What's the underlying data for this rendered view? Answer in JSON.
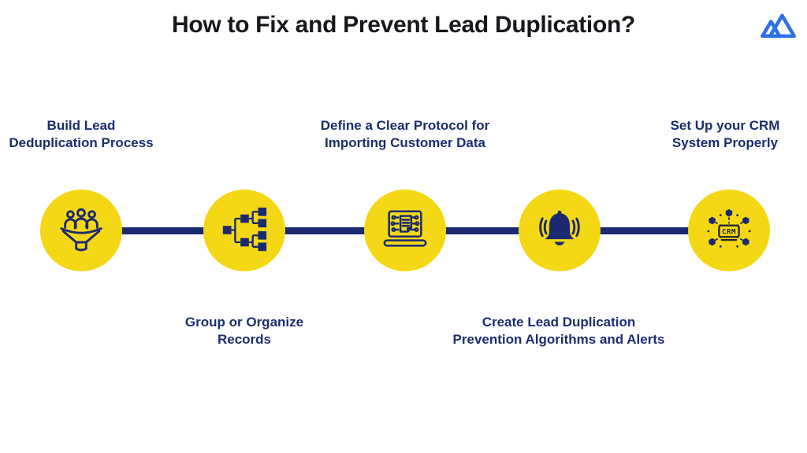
{
  "header": {
    "title": "How to Fix and Prevent Lead Duplication?",
    "logo_icon": "mountain-logo-icon"
  },
  "colors": {
    "background": "#ffffff",
    "title_text": "#17181d",
    "label_text": "#1b2d6e",
    "timeline_line": "#1b2a70",
    "circle_fill": "#f5d815",
    "icon_navy": "#1b2a70",
    "icon_dark": "#232735",
    "logo_blue": "#2f6fe8"
  },
  "timeline": {
    "steps": [
      {
        "index": 1,
        "label": "Build Lead\nDeduplication Process",
        "label_position": "top",
        "icon": "people-funnel-icon"
      },
      {
        "index": 2,
        "label": "Group or Organize\nRecords",
        "label_position": "bottom",
        "icon": "hierarchy-tree-icon"
      },
      {
        "index": 3,
        "label": "Define a Clear Protocol for\nImporting Customer Data",
        "label_position": "top",
        "icon": "laptop-document-icon"
      },
      {
        "index": 4,
        "label": "Create Lead Duplication\nPrevention Algorithms and Alerts",
        "label_position": "bottom",
        "icon": "alert-bell-icon"
      },
      {
        "index": 5,
        "label": "Set Up your CRM\nSystem Properly",
        "label_position": "top",
        "icon": "crm-network-icon",
        "icon_text": "CRM"
      }
    ]
  }
}
